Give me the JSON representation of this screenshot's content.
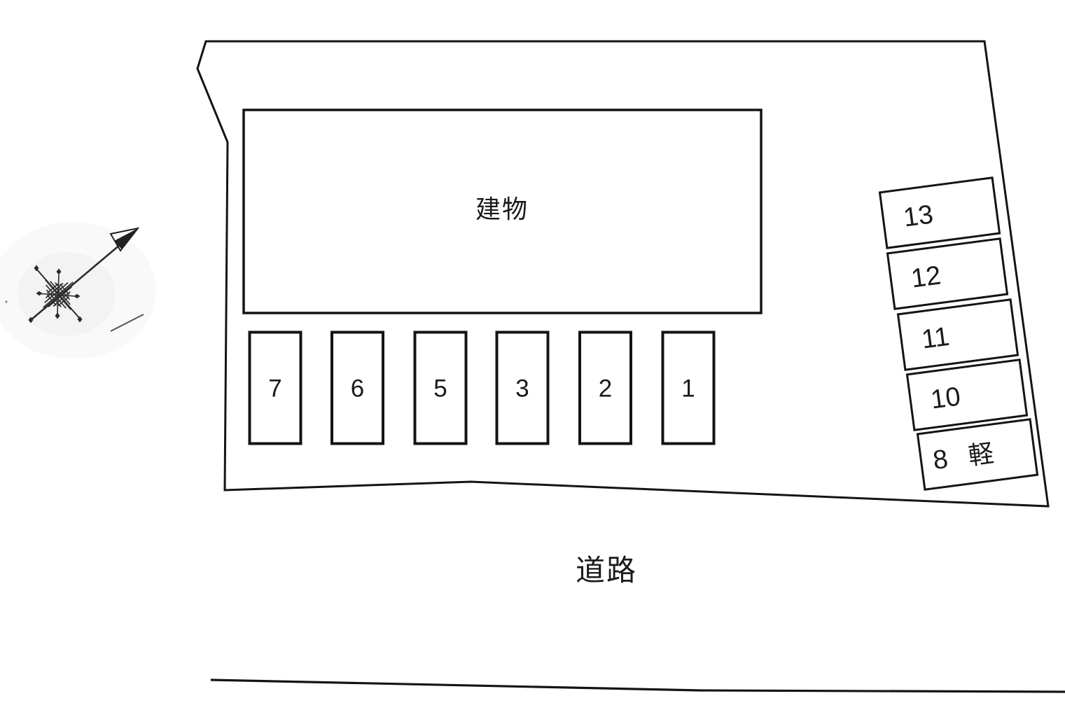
{
  "page": {
    "background": "#ffffff",
    "line_color": "#141414",
    "text_color": "#1a1a1a"
  },
  "site_plan": {
    "building": {
      "label": "建物"
    },
    "road": {
      "label": "道路"
    },
    "front_row_spaces": [
      {
        "label": "7"
      },
      {
        "label": "6"
      },
      {
        "label": "5"
      },
      {
        "label": "3"
      },
      {
        "label": "2"
      },
      {
        "label": "1"
      }
    ],
    "side_column_spaces": [
      {
        "label": "13"
      },
      {
        "label": "12"
      },
      {
        "label": "11"
      },
      {
        "label": "10"
      },
      {
        "label": "8",
        "size_tag": "軽"
      }
    ],
    "compass": {
      "icon": "north-arrow-icon"
    }
  }
}
